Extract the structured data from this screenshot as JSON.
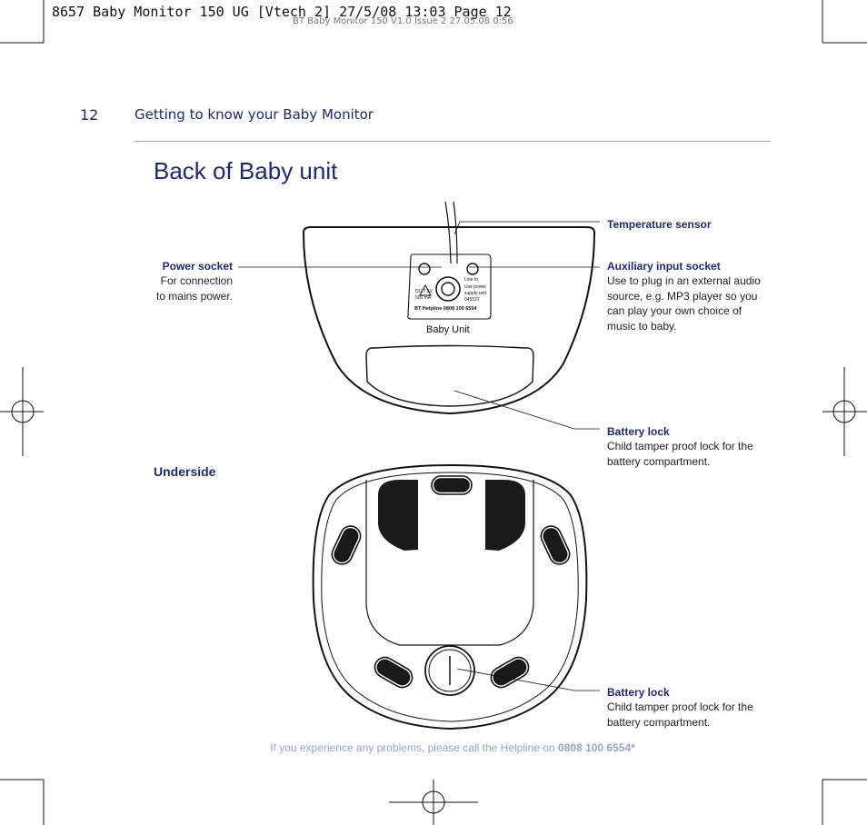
{
  "print_slug": "8657 Baby Monitor 150 UG [Vtech 2]  27/5/08  13:03  Page 12",
  "print_slug_back": "BT Baby Monitor 150 V1.0  Issue 2  27.05.08  0:56",
  "page_number": "12",
  "section_title": "Getting to know your Baby Monitor",
  "page_title": "Back of Baby unit",
  "device": {
    "unit_label": "Baby Unit",
    "helpline_label": "BT Helpline 0808 100 6554",
    "line_in_label": "Line In",
    "dc_label": "DC 7.5V",
    "ma_label": "500 mA",
    "use_power_label": "Use power",
    "supply_unit_label": "supply unit",
    "part_label": "045537"
  },
  "callouts": {
    "temperature_sensor": {
      "label": "Temperature sensor"
    },
    "power_socket": {
      "label": "Power socket",
      "desc_line1": "For connection",
      "desc_line2": "to mains power."
    },
    "auxiliary_input": {
      "label": "Auxiliary input socket",
      "desc_line1": "Use to plug in an external audio",
      "desc_line2": "source, e.g. MP3 player so you",
      "desc_line3": "can play your own choice of",
      "desc_line4": "music to baby."
    },
    "battery_lock_back": {
      "label": "Battery lock",
      "desc_line1": "Child tamper proof lock for the",
      "desc_line2": "battery compartment."
    },
    "battery_lock_underside": {
      "label": "Battery lock",
      "desc_line1": "Child tamper proof lock for the",
      "desc_line2": "battery compartment."
    }
  },
  "underside_heading": "Underside",
  "footer": {
    "text": "If you experience any problems, please call the Helpline on ",
    "phone": "0808 100 6554*"
  },
  "colors": {
    "heading_blue": "#1f2a6e",
    "footer_grey": "#98a4c4",
    "rule": "#9aa3c2"
  }
}
